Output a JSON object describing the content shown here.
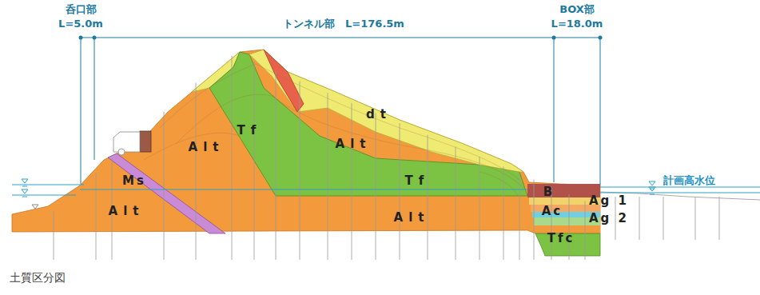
{
  "diagram": {
    "caption": "土質区分図",
    "labels": [
      "呑口部",
      "L=5.0m",
      "トンネル部　L=176.5m",
      "BOX部",
      "L=18.0m",
      "計画高水位",
      "Ms",
      "Alt",
      "Alt",
      "Tf",
      "Alt",
      "dt",
      "Tf",
      "Alt",
      "B",
      "Ag 1",
      "Ac",
      "Ag 2",
      "Tfc"
    ]
  }
}
